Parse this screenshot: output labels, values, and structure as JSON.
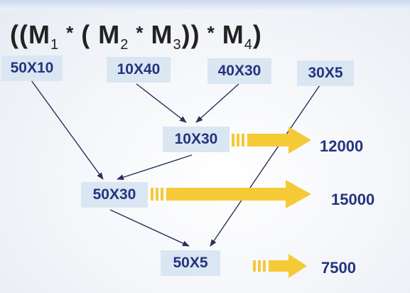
{
  "formula": {
    "open_parens": "((",
    "m1": "M",
    "m1_sub": "1",
    "star1": "*",
    "open_paren2": "(",
    "m2": "M",
    "m2_sub": "2",
    "star2": "*",
    "m3": "M",
    "m3_sub": "3",
    "close_parens": "))",
    "star3": "*",
    "m4": "M",
    "m4_sub": "4",
    "close_paren": ")"
  },
  "matrices": {
    "m1_dims": "50X10",
    "m2_dims": "10X40",
    "m3_dims": "40X30",
    "m4_dims": "30X5"
  },
  "intermediate": {
    "m2m3_dims": "10X30",
    "m1m23_dims": "50X30",
    "final_dims": "50X5"
  },
  "costs": {
    "step1": "12000",
    "step2": "15000",
    "step3": "7500"
  },
  "colors": {
    "box_fill": "#dbe6f3",
    "box_text": "#24347f",
    "arrow_fill": "#f6c936",
    "line": "#2b2f5a"
  }
}
